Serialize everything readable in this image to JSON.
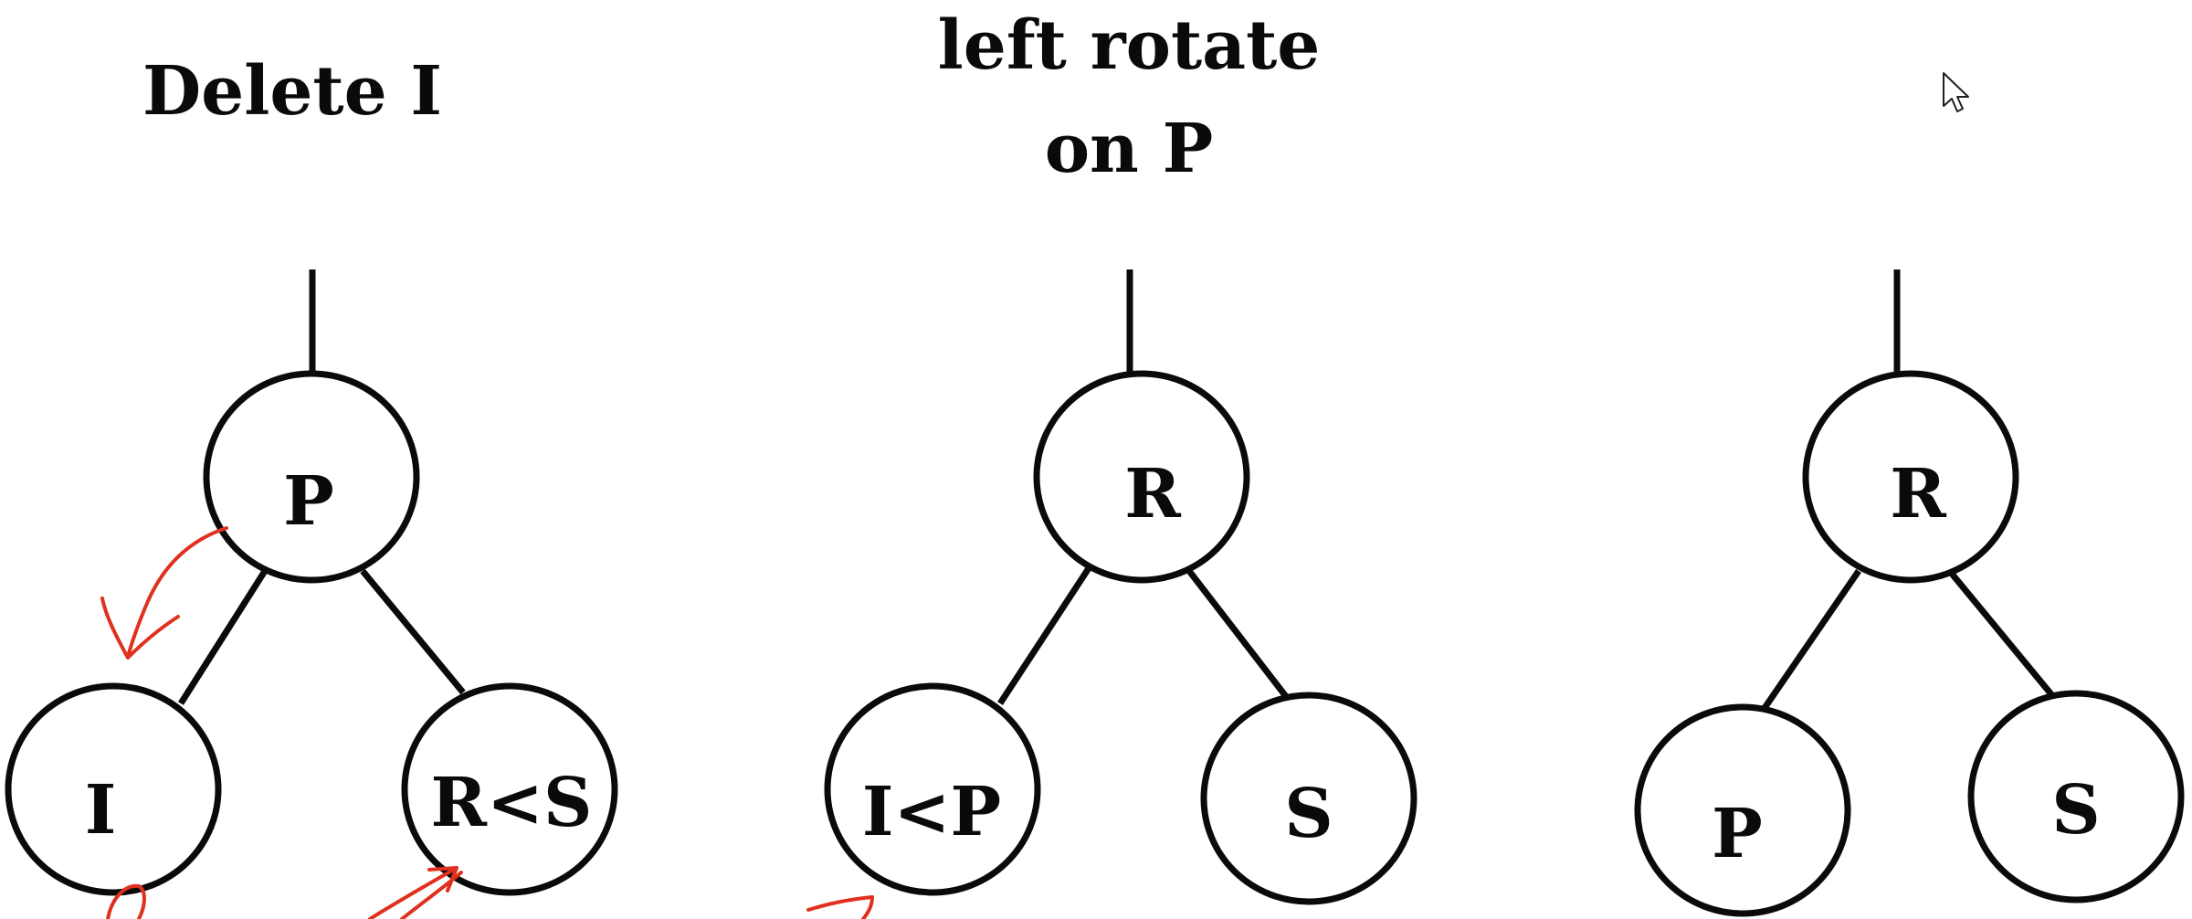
{
  "captions": {
    "delete": "Delete  I",
    "rotate_line1": "left rotate",
    "rotate_line2": "on P"
  },
  "trees": [
    {
      "name": "before-delete",
      "root": "P",
      "left": "I",
      "right": "R<S"
    },
    {
      "name": "after-delete",
      "root": "R",
      "left": "I<P",
      "right": "S"
    },
    {
      "name": "after-rotate",
      "root": "R",
      "left": "P",
      "right": "S"
    }
  ],
  "colors": {
    "ink": "#0a0a0a",
    "annotation": "#e0301e",
    "background": "#ffffff"
  },
  "icons": {
    "cursor": "mouse-pointer-icon"
  }
}
